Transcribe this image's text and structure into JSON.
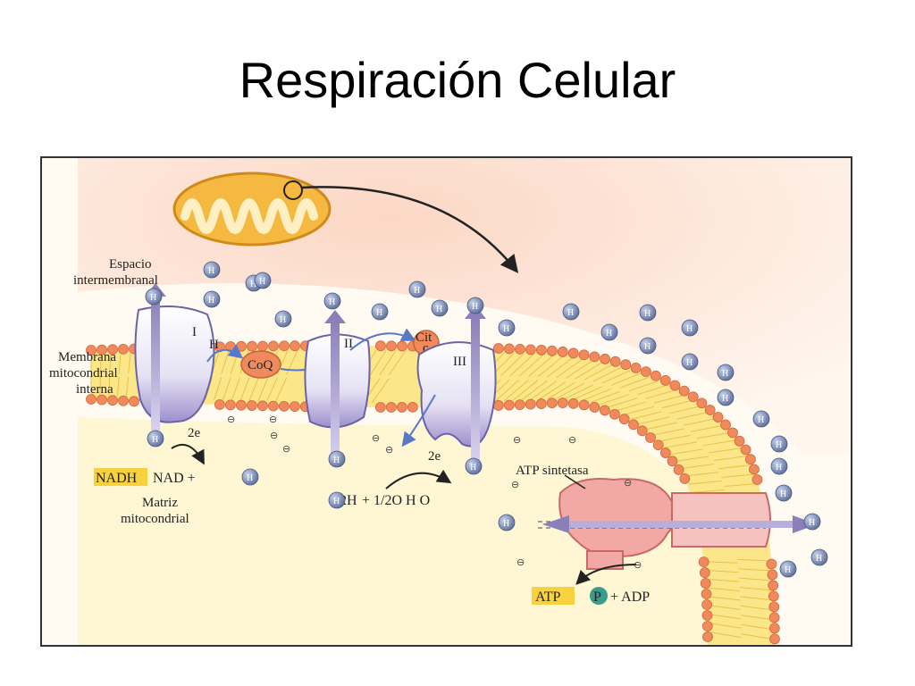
{
  "title": "Respiración Celular",
  "labels": {
    "intermembrane": [
      "Espacio",
      "intermembranal"
    ],
    "inner_membrane": [
      "Membrana",
      "mitocondrial",
      "interna"
    ],
    "matrix": [
      "Matriz",
      "mitocondrial"
    ],
    "complex_1": "I",
    "complex_2": "II",
    "complex_3": "III",
    "coq": "CoQ",
    "cyt_c": [
      "Cit",
      "c"
    ],
    "h_label": "H",
    "two_e_1": "2e",
    "two_e_2": "2e",
    "nadh": "NADH",
    "nad_eq": "NAD  +",
    "water_eq": "+ 1/2O  H O",
    "two_h": "2H",
    "atp_synthase": "ATP sintetasa",
    "atp": "ATP",
    "p": "P",
    "adp": "+ ADP",
    "h_ion": "H",
    "minus": "⊖"
  },
  "colors": {
    "membrane_head": "#f08a5d",
    "membrane_tail": "#f7e27a",
    "intermembrane_bg": "#fde3d6",
    "matrix_bg": "#fff8d8",
    "protein": "#eeeaf7",
    "protein_shade": "#9a8fc8",
    "h_ion": "#6f7fa8",
    "mitochondrion": "#f5b942",
    "highlight": "#f7d23c",
    "atp_synthase": "#f2a9a6"
  }
}
